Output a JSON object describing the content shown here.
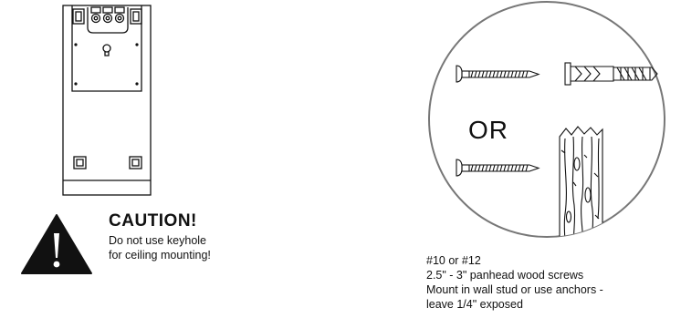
{
  "caution": {
    "title": "CAUTION!",
    "line1": "Do not use keyhole",
    "line2": "for ceiling mounting!"
  },
  "circle": {
    "or_label": "OR"
  },
  "spec": {
    "line1": "#10 or #12",
    "line2": "2.5\" - 3\" panhead wood screws",
    "line3": "Mount in wall stud or use anchors -",
    "line4": "leave 1/4\" exposed"
  },
  "icons": {
    "device": "wall-mount-bracket-icon",
    "warning": "warning-triangle-icon",
    "screw": "wood-screw-icon",
    "anchor": "wall-anchor-icon",
    "stud": "wood-stud-icon"
  }
}
